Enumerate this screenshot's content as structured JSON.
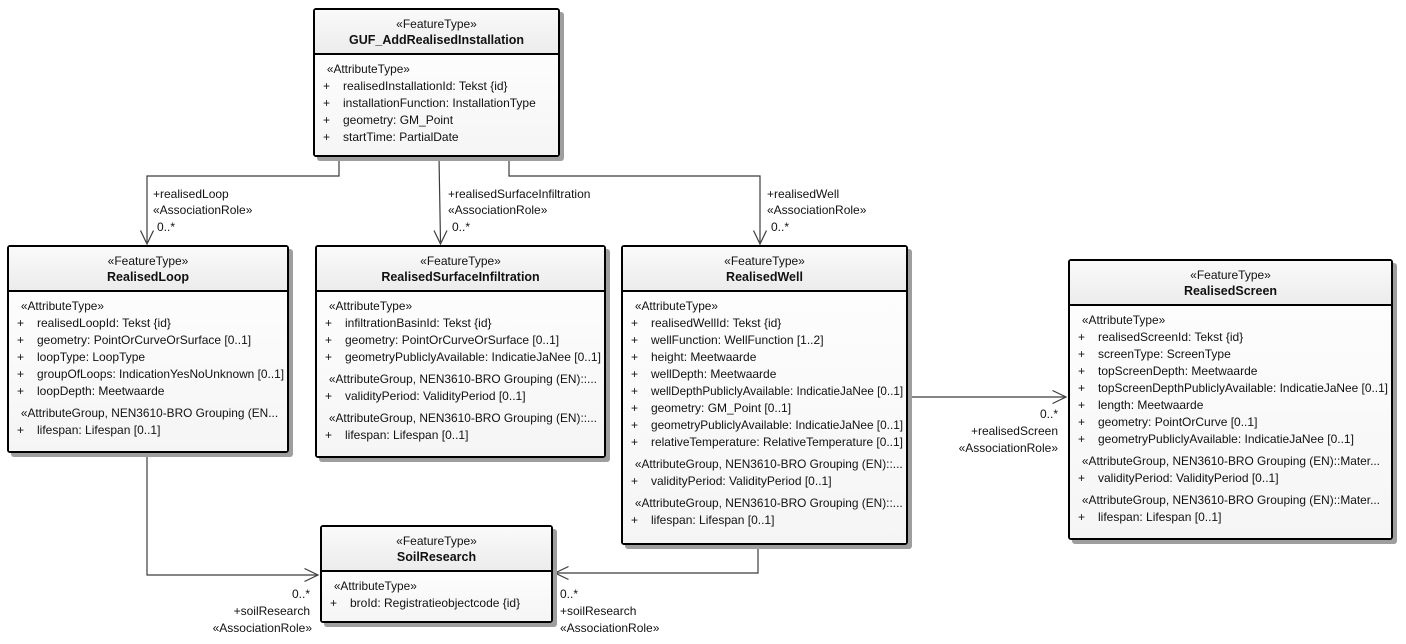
{
  "diagram": {
    "background": "#ffffff",
    "colors": {
      "box_border": "#000000",
      "box_title_fill": "#eeeeee",
      "box_body_fill": "#fafafa",
      "shadow": "#9e9e9e",
      "connector_line": "#3c3c3c",
      "text": "#111111"
    }
  },
  "classes": [
    {
      "stereotype": "«FeatureType»",
      "name": "GUF_AddRealisedInstallation",
      "sections": [
        {
          "header": "«AttributeType»",
          "rows": [
            {
              "vis": "+",
              "text": "realisedInstallationId: Tekst {id}"
            },
            {
              "vis": "+",
              "text": "installationFunction: InstallationType"
            },
            {
              "vis": "+",
              "text": "geometry: GM_Point"
            },
            {
              "vis": "+",
              "text": "startTime: PartialDate"
            }
          ]
        }
      ]
    },
    {
      "stereotype": "«FeatureType»",
      "name": "RealisedLoop",
      "sections": [
        {
          "header": "«AttributeType»",
          "rows": [
            {
              "vis": "+",
              "text": "realisedLoopId: Tekst {id}"
            },
            {
              "vis": "+",
              "text": "geometry: PointOrCurveOrSurface [0..1]"
            },
            {
              "vis": "+",
              "text": "loopType: LoopType"
            },
            {
              "vis": "+",
              "text": "groupOfLoops: IndicationYesNoUnknown [0..1]"
            },
            {
              "vis": "+",
              "text": "loopDepth: Meetwaarde"
            }
          ]
        },
        {
          "header": "«AttributeGroup, NEN3610-BRO Grouping (EN...",
          "rows": [
            {
              "vis": "+",
              "text": "lifespan: Lifespan [0..1]"
            }
          ]
        }
      ]
    },
    {
      "stereotype": "«FeatureType»",
      "name": "RealisedSurfaceInfiltration",
      "sections": [
        {
          "header": "«AttributeType»",
          "rows": [
            {
              "vis": "+",
              "text": "infiltrationBasinId: Tekst {id}"
            },
            {
              "vis": "+",
              "text": "geometry: PointOrCurveOrSurface [0..1]"
            },
            {
              "vis": "+",
              "text": "geometryPubliclyAvailable: IndicatieJaNee [0..1]"
            }
          ]
        },
        {
          "header": "«AttributeGroup, NEN3610-BRO Grouping (EN)::...",
          "rows": [
            {
              "vis": "+",
              "text": "validityPeriod: ValidityPeriod [0..1]"
            }
          ]
        },
        {
          "header": "«AttributeGroup, NEN3610-BRO Grouping (EN)::...",
          "rows": [
            {
              "vis": "+",
              "text": "lifespan: Lifespan [0..1]"
            }
          ]
        }
      ]
    },
    {
      "stereotype": "«FeatureType»",
      "name": "RealisedWell",
      "sections": [
        {
          "header": "«AttributeType»",
          "rows": [
            {
              "vis": "+",
              "text": "realisedWellId: Tekst {id}"
            },
            {
              "vis": "+",
              "text": "wellFunction: WellFunction [1..2]"
            },
            {
              "vis": "+",
              "text": "height: Meetwaarde"
            },
            {
              "vis": "+",
              "text": "wellDepth: Meetwaarde"
            },
            {
              "vis": "+",
              "text": "wellDepthPubliclyAvailable: IndicatieJaNee [0..1]"
            },
            {
              "vis": "+",
              "text": "geometry: GM_Point [0..1]"
            },
            {
              "vis": "+",
              "text": "geometryPubliclyAvailable: IndicatieJaNee [0..1]"
            },
            {
              "vis": "+",
              "text": "relativeTemperature: RelativeTemperature [0..1]"
            }
          ]
        },
        {
          "header": "«AttributeGroup, NEN3610-BRO Grouping (EN)::...",
          "rows": [
            {
              "vis": "+",
              "text": "validityPeriod: ValidityPeriod [0..1]"
            }
          ]
        },
        {
          "header": "«AttributeGroup, NEN3610-BRO Grouping (EN)::...",
          "rows": [
            {
              "vis": "+",
              "text": "lifespan: Lifespan [0..1]"
            }
          ]
        }
      ]
    },
    {
      "stereotype": "«FeatureType»",
      "name": "RealisedScreen",
      "sections": [
        {
          "header": "«AttributeType»",
          "rows": [
            {
              "vis": "+",
              "text": "realisedScreenId: Tekst {id}"
            },
            {
              "vis": "+",
              "text": "screenType: ScreenType"
            },
            {
              "vis": "+",
              "text": "topScreenDepth: Meetwaarde"
            },
            {
              "vis": "+",
              "text": "topScreenDepthPubliclyAvailable: IndicatieJaNee [0..1]"
            },
            {
              "vis": "+",
              "text": "length: Meetwaarde"
            },
            {
              "vis": "+",
              "text": "geometry: PointOrCurve [0..1]"
            },
            {
              "vis": "+",
              "text": "geometryPubliclyAvailable: IndicatieJaNee [0..1]"
            }
          ]
        },
        {
          "header": "«AttributeGroup, NEN3610-BRO Grouping (EN)::Mater...",
          "rows": [
            {
              "vis": "+",
              "text": "validityPeriod: ValidityPeriod [0..1]"
            }
          ]
        },
        {
          "header": "«AttributeGroup, NEN3610-BRO Grouping (EN)::Mater...",
          "rows": [
            {
              "vis": "+",
              "text": "lifespan: Lifespan [0..1]"
            }
          ]
        }
      ]
    },
    {
      "stereotype": "«FeatureType»",
      "name": "SoilResearch",
      "sections": [
        {
          "header": "«AttributeType»",
          "rows": [
            {
              "vis": "+",
              "text": "broId: Registratieobjectcode {id}"
            }
          ]
        }
      ]
    }
  ],
  "connectors": [
    {
      "name": "realisedLoop",
      "role": "+realisedLoop",
      "stereotype": "«AssociationRole»",
      "multiplicity": "0..*"
    },
    {
      "name": "realisedSurfaceInfiltration",
      "role": "+realisedSurfaceInfiltration",
      "stereotype": "«AssociationRole»",
      "multiplicity": "0..*"
    },
    {
      "name": "realisedWell",
      "role": "+realisedWell",
      "stereotype": "«AssociationRole»",
      "multiplicity": "0..*"
    },
    {
      "name": "realisedScreen",
      "role": "+realisedScreen",
      "stereotype": "«AssociationRole»",
      "multiplicity": "0..*"
    },
    {
      "name": "soilResearch-from-realisedLoop",
      "role": "+soilResearch",
      "stereotype": "«AssociationRole»",
      "multiplicity": "0..*"
    },
    {
      "name": "soilResearch-from-realisedWell",
      "role": "+soilResearch",
      "stereotype": "«AssociationRole»",
      "multiplicity": "0..*"
    }
  ]
}
